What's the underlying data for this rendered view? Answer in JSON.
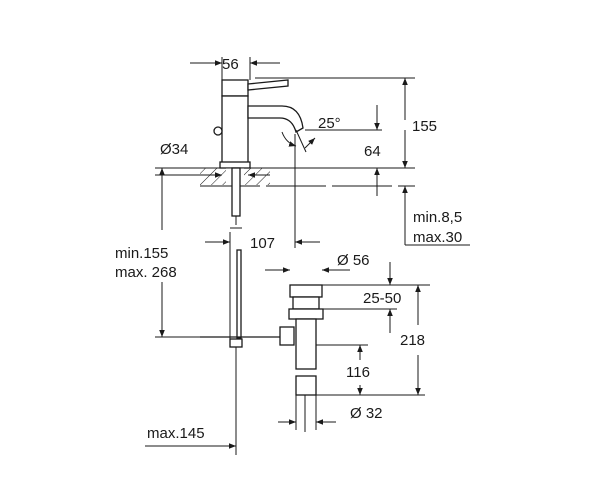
{
  "title": "Basin mixer dimension drawing",
  "dimensions": {
    "handle_width": "56",
    "height_total": "155",
    "spout_angle": "25°",
    "spout_height": "64",
    "hole_diameter": "Ø34",
    "rod_min": "min.155",
    "rod_max": "max. 268",
    "spout_reach": "107",
    "deck_min": "min.8,5",
    "deck_max": "max.30",
    "waste_diameter": "Ø 56",
    "waste_range": "25-50",
    "waste_height": "218",
    "tail_length": "116",
    "tail_diameter": "Ø 32",
    "rod_reach_max": "max.145"
  }
}
